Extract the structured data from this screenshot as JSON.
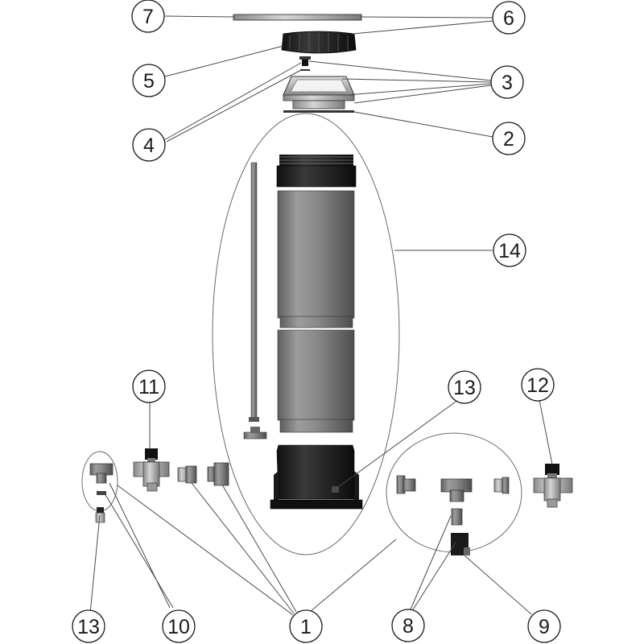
{
  "diagram": {
    "callouts": [
      {
        "id": "c7",
        "label": "7"
      },
      {
        "id": "c6",
        "label": "6"
      },
      {
        "id": "c5",
        "label": "5"
      },
      {
        "id": "c3",
        "label": "3"
      },
      {
        "id": "c4",
        "label": "4"
      },
      {
        "id": "c2",
        "label": "2"
      },
      {
        "id": "c14",
        "label": "14"
      },
      {
        "id": "c11",
        "label": "11"
      },
      {
        "id": "c13a",
        "label": "13"
      },
      {
        "id": "c12",
        "label": "12"
      },
      {
        "id": "c13b",
        "label": "13"
      },
      {
        "id": "c10",
        "label": "10"
      },
      {
        "id": "c1",
        "label": "1"
      },
      {
        "id": "c8",
        "label": "8"
      },
      {
        "id": "c9",
        "label": "9"
      }
    ],
    "colors": {
      "outline": "#1a1a1a",
      "dark_part": "#262626",
      "grey_part": "#8c8c8c",
      "light_part": "#c8c8c8",
      "background": "#ffffff"
    }
  }
}
